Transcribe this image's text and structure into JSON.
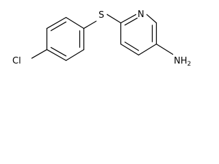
{
  "molecule": {
    "atoms": {
      "chlorine": "Cl",
      "sulfur": "S",
      "nitrogen": "N",
      "amine_n": "N",
      "amine_h": "H",
      "amine_sub": "2"
    },
    "colors": {
      "bond": "#000000",
      "label": "#000000",
      "background": "#ffffff"
    }
  }
}
